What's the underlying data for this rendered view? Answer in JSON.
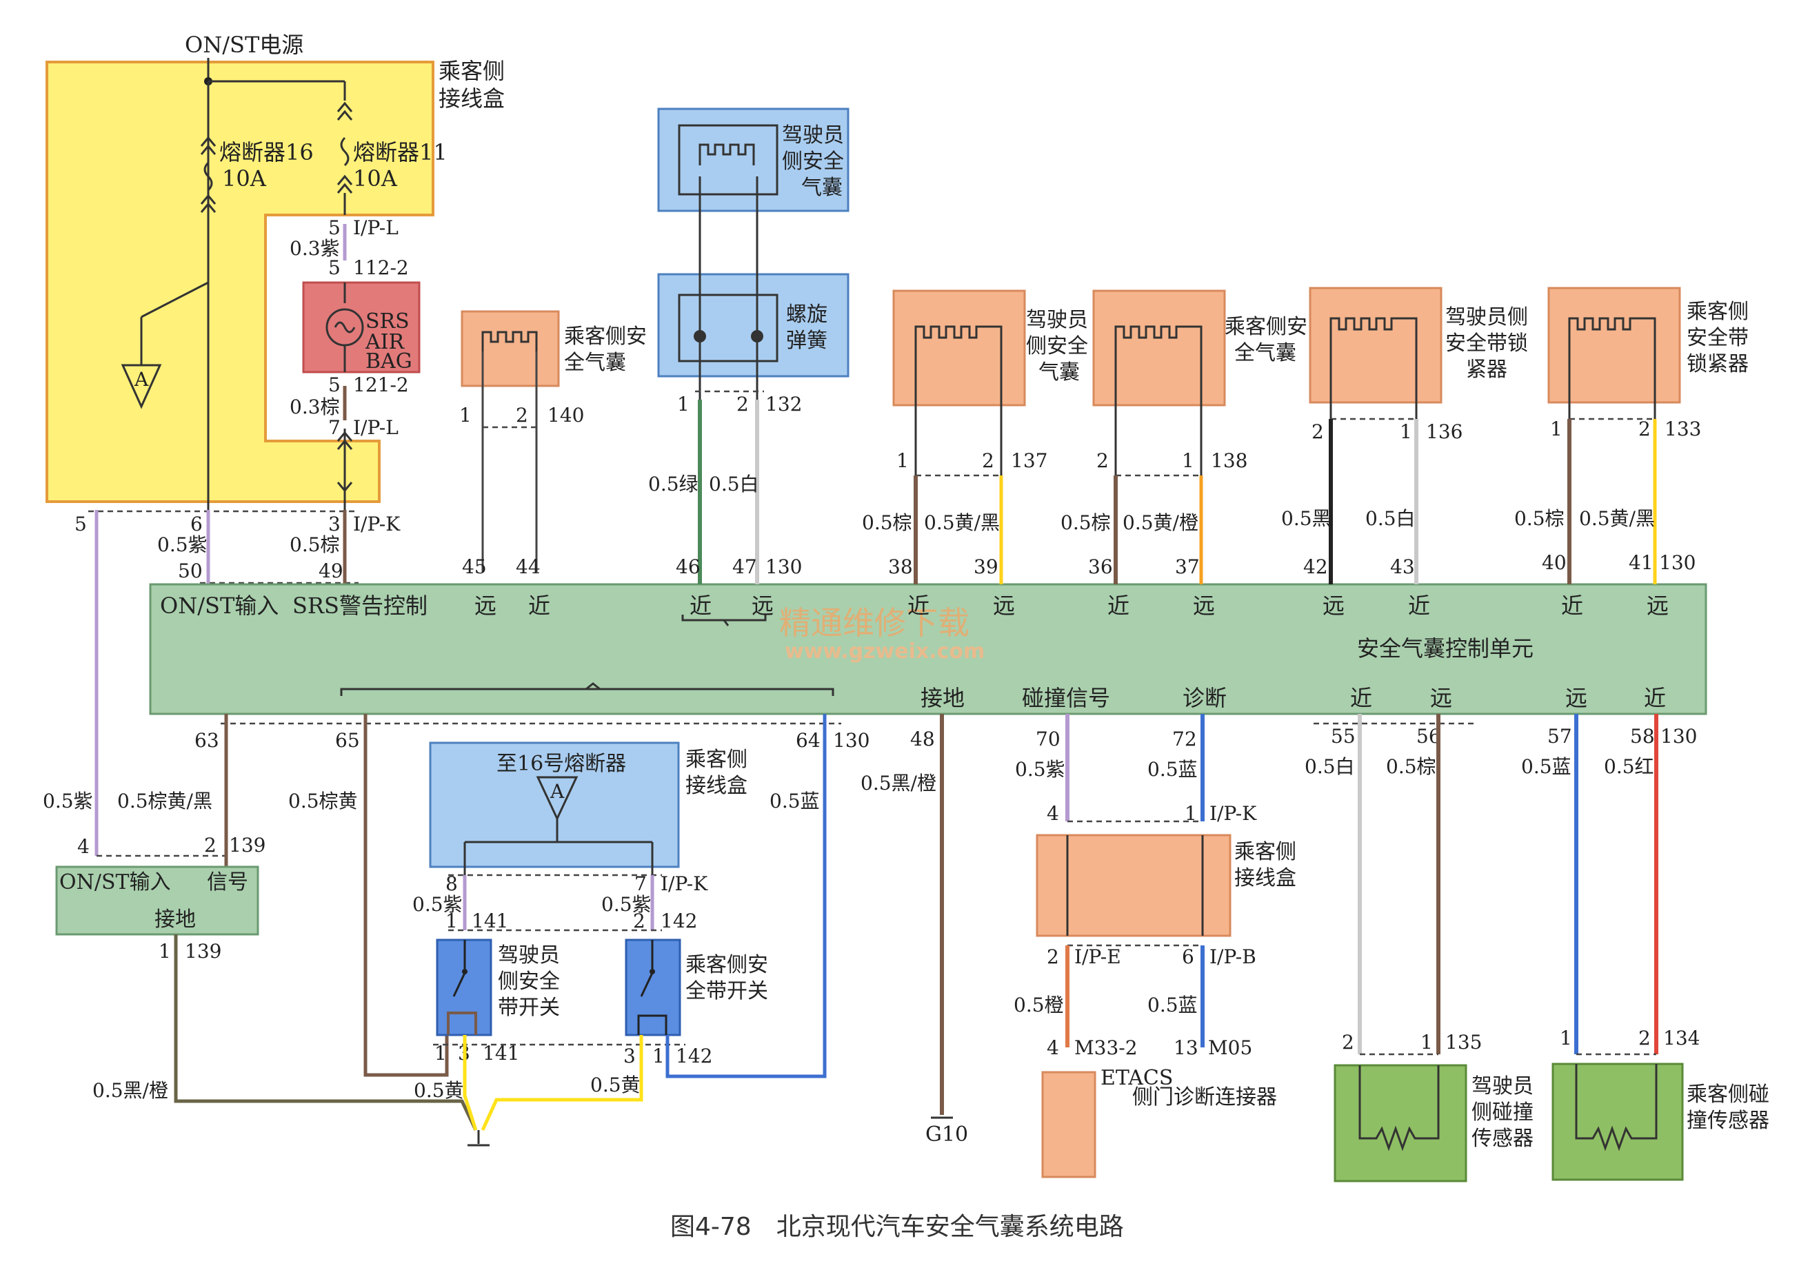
{
  "caption": "图4-78　北京现代汽车安全气囊系统电路",
  "watermark": {
    "text": "精通维修下载",
    "url": "www.gzweix.com"
  },
  "colors": {
    "junction_box": "#fff17a",
    "airbag_module": "#f6b48c",
    "clock_spring": "#a9cdf0",
    "control_unit": "#a9cfad",
    "sensor": "#8fbf64",
    "srs_lamp": "#e27a7a",
    "wire_purple": "#b49ad0",
    "wire_brown": "#7a5a48",
    "wire_green": "#4b8a5a",
    "wire_white": "#c9c9c9",
    "wire_yellow": "#ffe21a",
    "wire_black": "#222222",
    "wire_blue": "#3d6fd0",
    "wire_red": "#e0463a",
    "wire_orange": "#e07a48",
    "wire_blackorange": "#6a6448"
  },
  "power": {
    "label": "ON/ST电源"
  },
  "junction_box_top": {
    "label": [
      "乘客侧",
      "接线盒"
    ],
    "fuse16": {
      "name": "熔断器16",
      "rating": "10A"
    },
    "fuse11": {
      "name": "熔断器11",
      "rating": "10A"
    },
    "amp_symbol": "A"
  },
  "srs_lamp": {
    "lines": [
      "SRS",
      "AIR",
      "BAG"
    ]
  },
  "connector_labels": {
    "pin5": "5",
    "ipl": "I/P-L",
    "w03purple": "0.3紫",
    "c112": "112-2",
    "c121": "121-2",
    "w03brown": "0.3棕",
    "pin7": "7",
    "pin3": "3",
    "ipk": "I/P-K",
    "pin6": "6",
    "w05purple": "0.5紫",
    "w05brown": "0.5棕",
    "p50": "50",
    "p49": "49"
  },
  "clock_spring": {
    "label": [
      "螺旋",
      "弹簧"
    ]
  },
  "driver_airbag_top": {
    "label": [
      "驾驶员",
      "侧安全",
      "气囊"
    ]
  },
  "pass_airbag_1": {
    "label": [
      "乘客侧安",
      "全气囊"
    ],
    "pins": [
      "1",
      "2",
      "140"
    ],
    "ecu_pins": [
      "45",
      "44"
    ],
    "ecu_labels": [
      "远",
      "近"
    ]
  },
  "clock_conn": {
    "pins": [
      "1",
      "2",
      "132"
    ],
    "wires": [
      "0.5绿",
      "0.5白"
    ],
    "ecu_pins": [
      "46",
      "47",
      "130"
    ],
    "ecu_labels": [
      "近",
      "远"
    ]
  },
  "driver_airbag_2": {
    "label": [
      "驾驶员",
      "侧安全",
      "气囊"
    ],
    "pins": [
      "1",
      "2",
      "137"
    ],
    "wires": [
      "0.5棕",
      "0.5黄/黑"
    ],
    "ecu_pins": [
      "38",
      "39"
    ],
    "ecu_labels": [
      "近",
      "远"
    ]
  },
  "pass_airbag_2": {
    "label": [
      "乘客侧安",
      "全气囊"
    ],
    "pins": [
      "2",
      "1",
      "138"
    ],
    "wires": [
      "0.5棕",
      "0.5黄/橙"
    ],
    "ecu_pins": [
      "36",
      "37"
    ],
    "ecu_labels": [
      "近",
      "远"
    ]
  },
  "driver_pretensioner": {
    "label": [
      "驾驶员侧",
      "安全带锁",
      "紧器"
    ],
    "pins": [
      "2",
      "1",
      "136"
    ],
    "wires": [
      "0.5黑",
      "0.5白"
    ],
    "ecu_pins": [
      "42",
      "43"
    ],
    "ecu_labels": [
      "远",
      "近"
    ]
  },
  "pass_pretensioner": {
    "label": [
      "乘客侧",
      "安全带",
      "锁紧器"
    ],
    "pins": [
      "1",
      "2",
      "133"
    ],
    "wires": [
      "0.5棕",
      "0.5黄/黑"
    ],
    "ecu_pins": [
      "40",
      "41",
      "130"
    ],
    "ecu_labels": [
      "近",
      "远"
    ]
  },
  "ecu": {
    "name": "安全气囊控制单元",
    "on_st_input": "ON/ST输入",
    "srs_warning": "SRS警告控制",
    "ground": "接地",
    "crash_signal": "碰撞信号",
    "diagnosis": "诊断",
    "bottom_near_far": [
      "近",
      "远",
      "远",
      "近"
    ]
  },
  "ecu_bottom_pins": {
    "p63": "63",
    "p65": "65",
    "p64": "64",
    "c130a": "130",
    "p48": "48",
    "p70": "70",
    "p72": "72",
    "p55": "55",
    "p56": "56",
    "p57": "57",
    "p58": "58",
    "c130b": "130"
  },
  "bottom_wires": {
    "w_purple": "0.5紫",
    "w_brown_yellow_black": "0.5棕黄/黑",
    "w_brown_yellow": "0.5棕黄",
    "w_blue": "0.5蓝",
    "w_black_orange": "0.5黑/橙",
    "w_purple2": "0.5紫",
    "w_blue2": "0.5蓝",
    "w_white": "0.5白",
    "w_brown": "0.5棕",
    "w_blue3": "0.5蓝",
    "w_red": "0.5红"
  },
  "cluster_box": {
    "on_st": "ON/ST输入",
    "signal": "信号",
    "ground": "接地",
    "pins_top": [
      "4",
      "2",
      "139"
    ],
    "pins_bottom": [
      "1",
      "139"
    ]
  },
  "to_fuse_box": {
    "title": "至16号熔断器",
    "label": [
      "乘客侧",
      "接线盒"
    ],
    "amp_symbol": "A"
  },
  "seatbelt_switches": {
    "driver": {
      "label": [
        "驾驶员",
        "侧安全",
        "带开关"
      ],
      "top_pins": [
        "8",
        "1",
        "141"
      ],
      "bottom_pins": [
        "1",
        "3",
        "141"
      ],
      "wire": "0.5紫"
    },
    "passenger": {
      "label": [
        "乘客侧安",
        "全带开关"
      ],
      "top_pins": [
        "7",
        "2",
        "142"
      ],
      "bottom_pins": [
        "3",
        "1",
        "142"
      ],
      "wire": "0.5紫",
      "conn": "I/P-K"
    }
  },
  "ground_wires": {
    "w1": "0.5黑/橙",
    "w2": "0.5黄",
    "w3": "0.5黄"
  },
  "g10": "G10",
  "junction_box_bottom": {
    "label": [
      "乘客侧",
      "接线盒"
    ],
    "pins_top": [
      "4",
      "1",
      "I/P-K"
    ],
    "pins_bottom": [
      "2",
      "I/P-E",
      "6",
      "I/P-B"
    ],
    "wires": [
      "0.5橙",
      "0.5蓝"
    ]
  },
  "etacs": {
    "pins": [
      "4",
      "M33-2",
      "13",
      "M05"
    ],
    "label": "ETACS",
    "label2": "侧门诊断连接器"
  },
  "driver_crash_sensor": {
    "label": [
      "驾驶员",
      "侧碰撞",
      "传感器"
    ],
    "pins": [
      "2",
      "1",
      "135"
    ]
  },
  "pass_crash_sensor": {
    "label": [
      "乘客侧碰",
      "撞传感器"
    ],
    "pins": [
      "1",
      "2",
      "134"
    ]
  }
}
